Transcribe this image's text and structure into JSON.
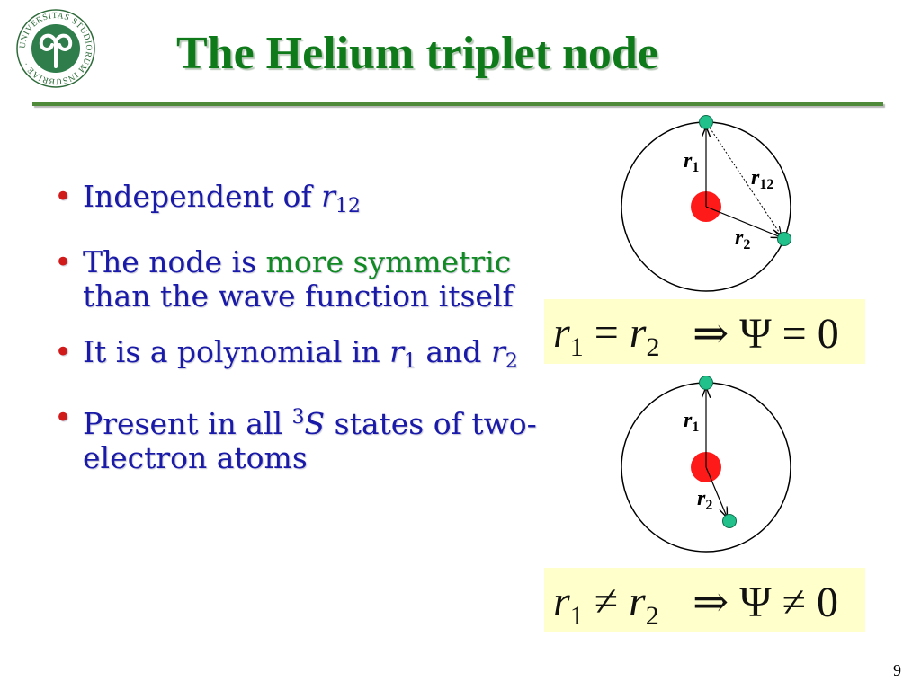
{
  "slide": {
    "title": "The Helium triplet node",
    "page_number": "9"
  },
  "bullets": [
    {
      "pre": "Independent of ",
      "var": "r",
      "sub": "12"
    },
    {
      "pre": "The node is ",
      "green": "more symmetric",
      "post": " than the wave function itself"
    },
    {
      "pre": "It is a polynomial in ",
      "var1": "r",
      "sub1": "1",
      "mid": " and ",
      "var2": "r",
      "sub2": "2"
    },
    {
      "pre": "Present in all ",
      "sup": "3",
      "var": "S",
      "post": " states of two-electron atoms"
    }
  ],
  "equations": {
    "eq1": {
      "lhs_var1": "r",
      "lhs_sub1": "1",
      "op": " = ",
      "lhs_var2": "r",
      "lhs_sub2": "2",
      "implies": "⇒",
      "psi": "Ψ",
      "rel": " = ",
      "value": "0"
    },
    "eq2": {
      "lhs_var1": "r",
      "lhs_sub1": "1",
      "op": " ≠ ",
      "lhs_var2": "r",
      "lhs_sub2": "2",
      "implies": "⇒",
      "psi": "Ψ",
      "rel": " ≠ ",
      "value": "0"
    }
  },
  "diagram1": {
    "label_r1": "r",
    "label_r1_sub": "1",
    "label_r2": "r",
    "label_r2_sub": "2",
    "label_r12": "r",
    "label_r12_sub": "12"
  },
  "diagram2": {
    "label_r1": "r",
    "label_r1_sub": "1",
    "label_r2": "r",
    "label_r2_sub": "2"
  },
  "logo": {
    "text": "UNIVERSITAS STUDIORUM INSUBRIAE ·"
  },
  "colors": {
    "title": "#0f7a1a",
    "bullet_text": "#1a1aa8",
    "bullet_dot": "#d11a1a",
    "highlight": "#118a23",
    "nucleus": "#ff1a1a",
    "electron": "#22c08a",
    "eq_background": "#ffffcc"
  }
}
